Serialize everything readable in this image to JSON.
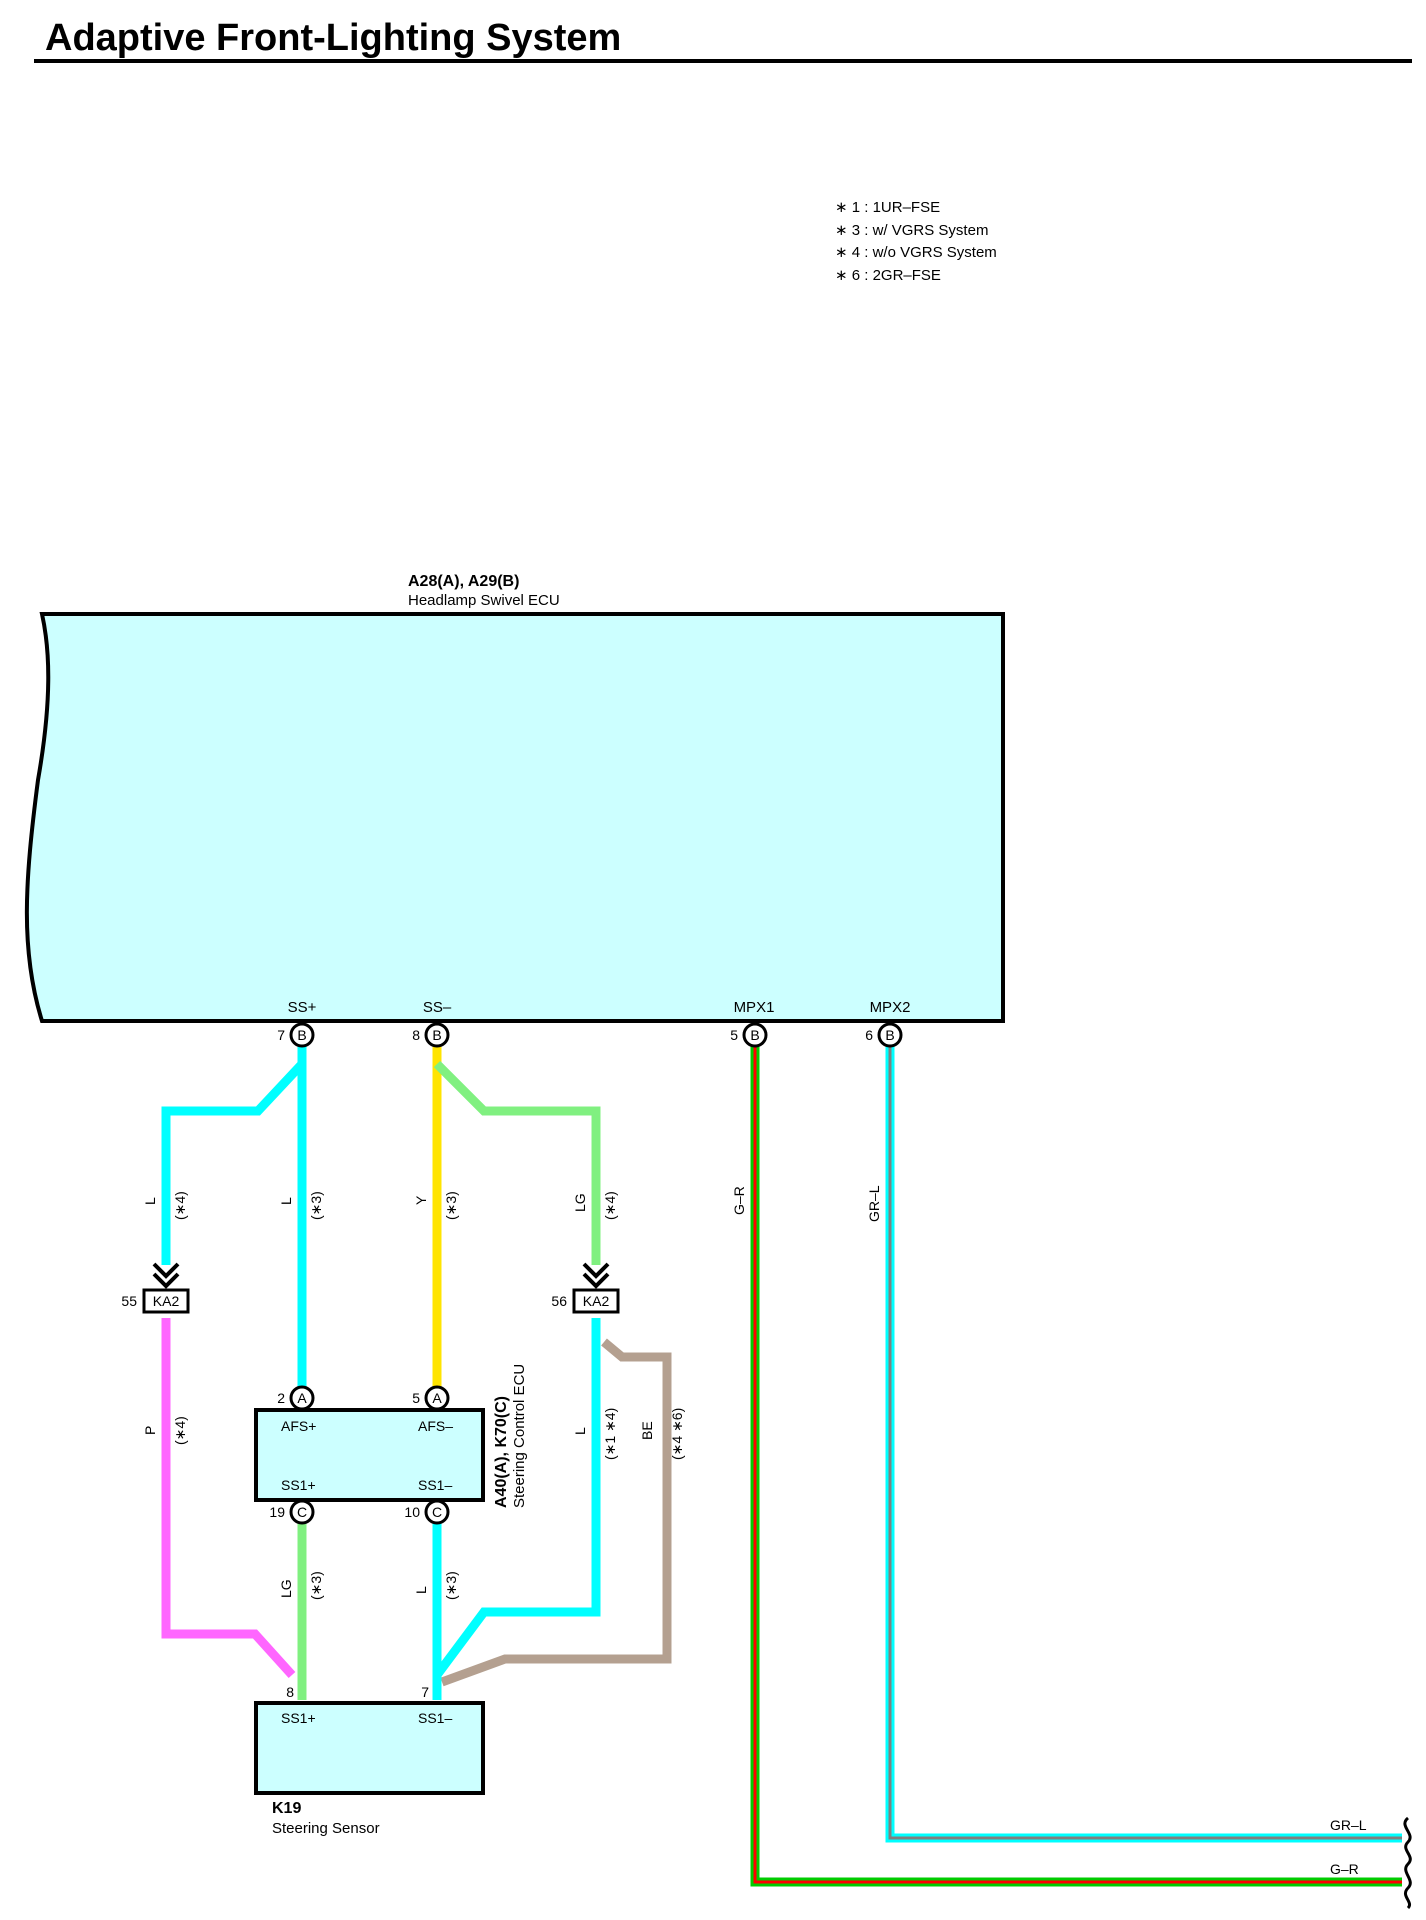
{
  "title": "Adaptive Front-Lighting System",
  "notes": [
    "∗ 1 : 1UR–FSE",
    "∗ 3 : w/ VGRS System",
    "∗ 4 : w/o VGRS System",
    "∗ 6 : 2GR–FSE"
  ],
  "colors": {
    "ecu_fill": "#ccffff",
    "L": "#00ffff",
    "Y": "#ffe400",
    "LG": "#80f080",
    "P": "#ff66ff",
    "BE": "#b4a090",
    "G": "#00cc00",
    "R": "#ff0000",
    "GR": "#808080"
  },
  "headlamp_ecu": {
    "code": "A28(A), A29(B)",
    "name": "Headlamp Swivel ECU",
    "terminals": [
      {
        "name": "SS+",
        "pin": "7",
        "conn": "B"
      },
      {
        "name": "SS–",
        "pin": "8",
        "conn": "B"
      },
      {
        "name": "MPX1",
        "pin": "5",
        "conn": "B"
      },
      {
        "name": "MPX2",
        "pin": "6",
        "conn": "B"
      }
    ]
  },
  "steering_ecu": {
    "code": "A40(A), K70(C)",
    "name": "Steering Control ECU",
    "terminals": [
      {
        "name": "AFS+",
        "pin": "2",
        "conn": "A"
      },
      {
        "name": "AFS–",
        "pin": "5",
        "conn": "A"
      },
      {
        "name": "SS1+",
        "pin": "19",
        "conn": "C"
      },
      {
        "name": "SS1–",
        "pin": "10",
        "conn": "C"
      }
    ]
  },
  "steering_sensor": {
    "code": "K19",
    "name": "Steering Sensor",
    "terminals": [
      {
        "name": "SS1+",
        "pin": "8"
      },
      {
        "name": "SS1–",
        "pin": "7"
      }
    ]
  },
  "junctions": [
    {
      "pin": "55",
      "name": "KA2"
    },
    {
      "pin": "56",
      "name": "KA2"
    }
  ],
  "wires": {
    "w1": {
      "color": "L",
      "note": "(∗4)"
    },
    "w2": {
      "color": "L",
      "note": "(∗3)"
    },
    "w3": {
      "color": "Y",
      "note": "(∗3)"
    },
    "w4": {
      "color": "LG",
      "note": "(∗4)"
    },
    "w5": {
      "color": "G–R"
    },
    "w6": {
      "color": "GR–L"
    },
    "w7": {
      "color": "P",
      "note": "(∗4)"
    },
    "w8": {
      "color": "L",
      "note": "(∗1 ∗4)"
    },
    "w9": {
      "color": "BE",
      "note": "(∗4 ∗6)"
    },
    "w10": {
      "color": "LG",
      "note": "(∗3)"
    },
    "w11": {
      "color": "L",
      "note": "(∗3)"
    }
  },
  "exits": [
    "GR–L",
    "G–R"
  ]
}
